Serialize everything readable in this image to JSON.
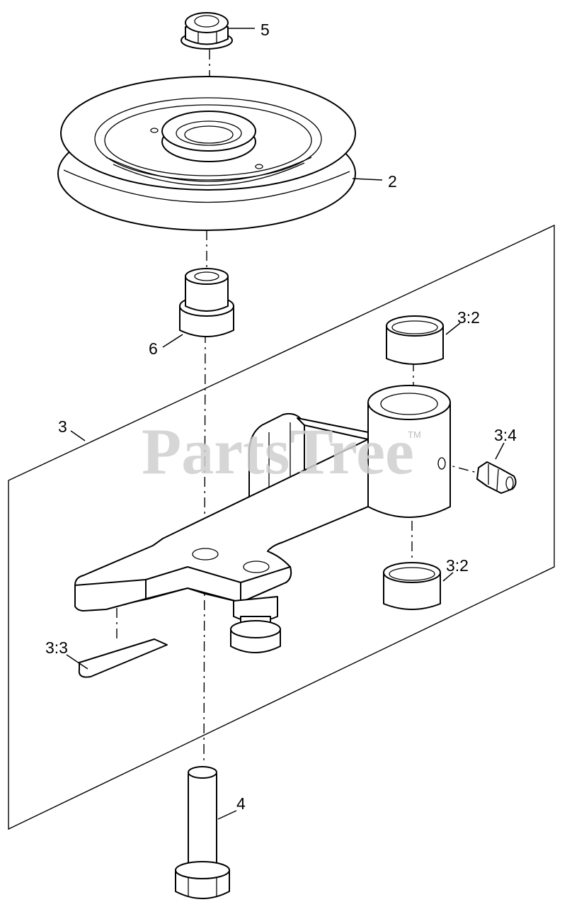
{
  "watermark": {
    "text": "PartsTree",
    "trademark": "TM"
  },
  "callouts": {
    "nut": "5",
    "pulley": "2",
    "spacer": "6",
    "arm_assembly": "3",
    "bushing_top": "3:2",
    "grease_fitting": "3:4",
    "bushing_bottom": "3:2",
    "decal": "3:3",
    "bolt": "4"
  }
}
